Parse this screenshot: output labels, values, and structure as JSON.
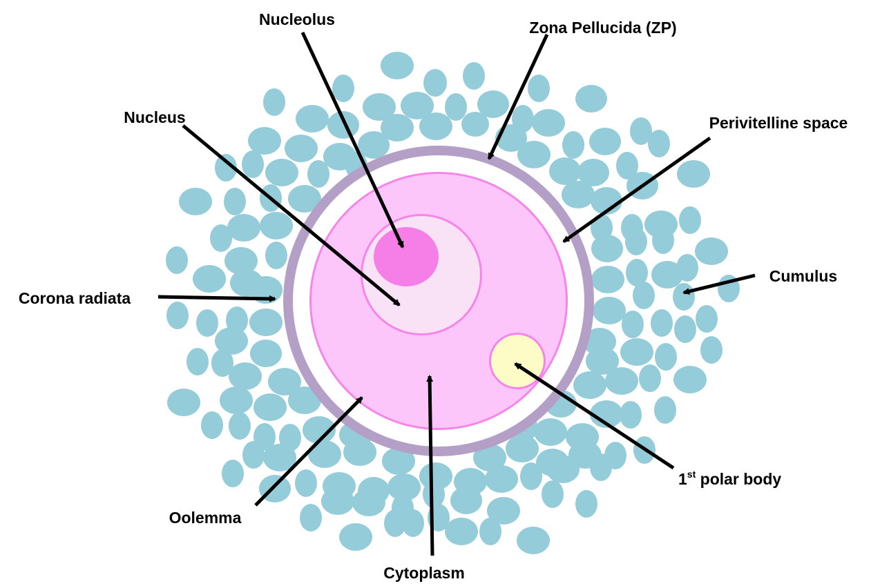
{
  "colors": {
    "cell": "#94ccd9",
    "zona": "#b49fc7",
    "space": "#ffffff",
    "oolemma": "#f585e8",
    "cytoplasm": "#fdc6fb",
    "nucleus": "#f9e2f5",
    "nucleolus": "#f57fe6",
    "polar_body": "#fdfbc6",
    "arrow": "#000000"
  },
  "labels": {
    "nucleolus": "Nucleolus",
    "zona": "Zona Pellucida (ZP)",
    "nucleus": "Nucleus",
    "perivitelline": "Perivitelline space",
    "cumulus": "Cumulus",
    "corona": "Corona radiata",
    "polar_num": "1",
    "polar_sup": "st",
    "polar_rest": " polar body",
    "oolemma": "Oolemma",
    "cytoplasm": "Cytoplasm"
  }
}
